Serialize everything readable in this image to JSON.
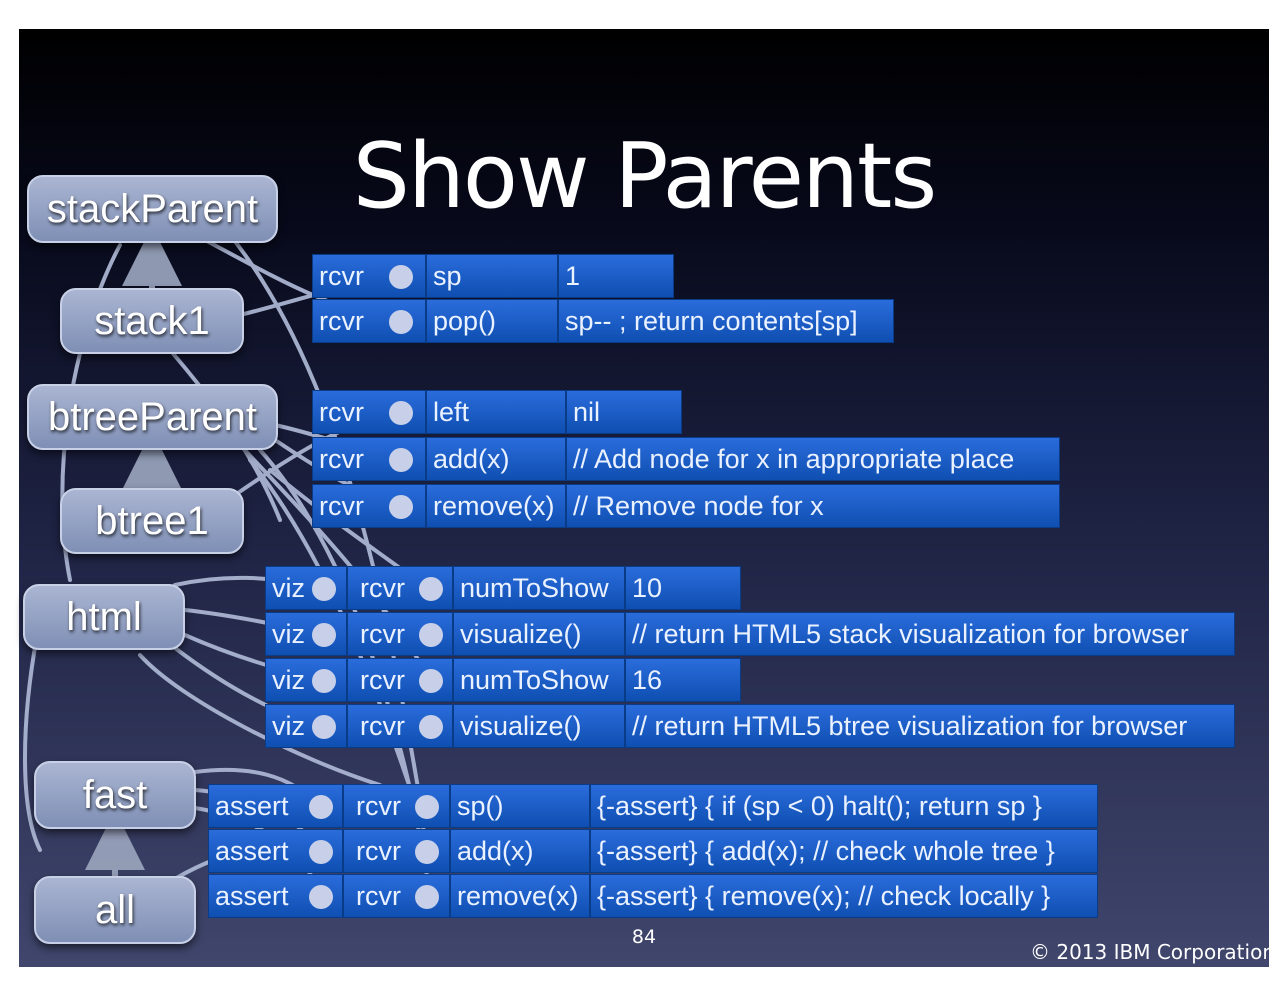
{
  "slide": {
    "title": "Show Parents",
    "page_number": "84",
    "copyright": "©  2013 IBM Corporation"
  },
  "nodes": {
    "stackParent": "stackParent",
    "stack1": "stack1",
    "btreeParent": "btreeParent",
    "btree1": "btree1",
    "html": "html",
    "fast": "fast",
    "all": "all"
  },
  "stack_rows": [
    [
      "rcvr",
      "sp",
      "1"
    ],
    [
      "rcvr",
      "pop()",
      "sp-- ;  return contents[sp]"
    ]
  ],
  "btree_rows": [
    [
      "rcvr",
      "left",
      "nil"
    ],
    [
      "rcvr",
      "add(x)",
      "// Add node for x in appropriate place"
    ],
    [
      "rcvr",
      "remove(x)",
      "// Remove node for x"
    ]
  ],
  "html_rows": [
    [
      "viz",
      "rcvr",
      "numToShow",
      "10"
    ],
    [
      "viz",
      "rcvr",
      "visualize()",
      "// return HTML5 stack visualization for browser"
    ],
    [
      "viz",
      "rcvr",
      "numToShow",
      "16"
    ],
    [
      "viz",
      "rcvr",
      "visualize()",
      "// return HTML5 btree visualization for browser"
    ]
  ],
  "assert_rows": [
    [
      "assert",
      "rcvr",
      "sp()",
      "{-assert} { if (sp < 0) halt(); return sp }"
    ],
    [
      "assert",
      "rcvr",
      "add(x)",
      "{-assert} { add(x); // check whole tree }"
    ],
    [
      "assert",
      "rcvr",
      "remove(x)",
      "{-assert} { remove(x); // check locally }"
    ]
  ],
  "colors": {
    "cell": "#1a5ec8",
    "node": "#8e9cc1",
    "link": "#aeb9d6"
  }
}
